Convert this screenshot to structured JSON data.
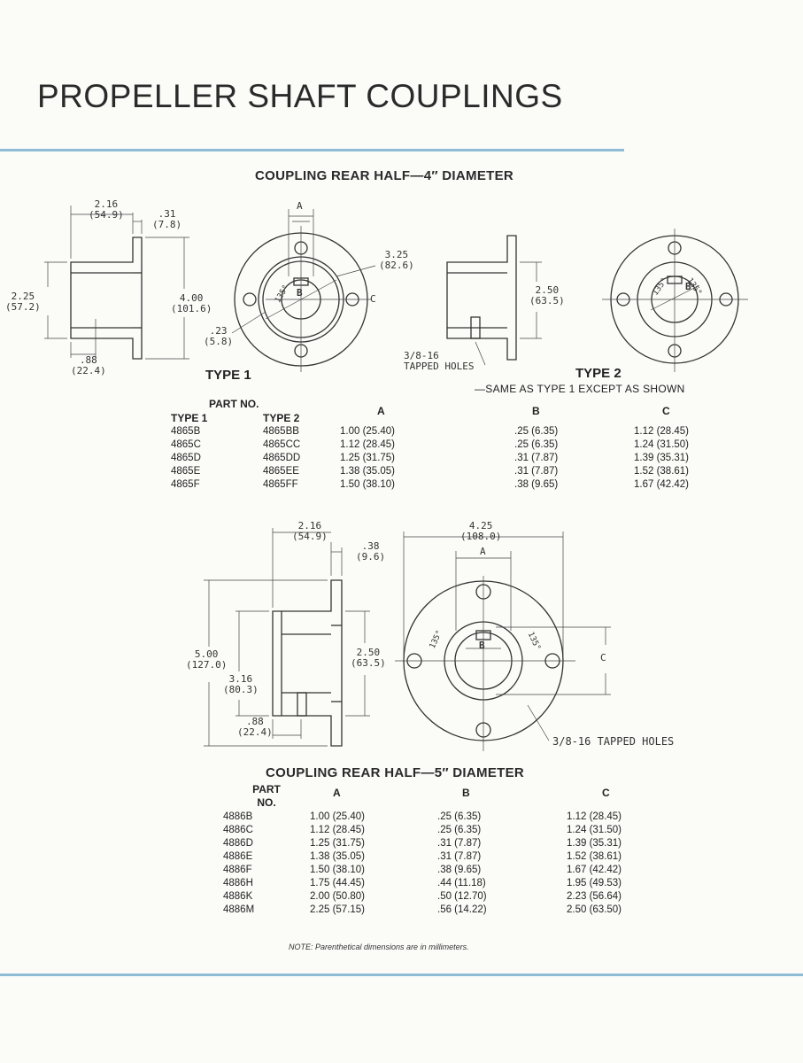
{
  "page_title": "PROPELLER SHAFT COUPLINGS",
  "section1": {
    "title": "COUPLING REAR HALF—4″ DIAMETER",
    "type1_label": "TYPE 1",
    "type2_label": "TYPE 2",
    "type2_note": "—SAME AS TYPE 1 EXCEPT AS SHOWN",
    "dims": {
      "d216": "2.16",
      "d549": "(54.9)",
      "d31": ".31",
      "d78": "(7.8)",
      "d225": "2.25",
      "d572": "(57.2)",
      "d400": "4.00",
      "d1016": "(101.6)",
      "d88": ".88",
      "d224": "(22.4)",
      "d23": ".23",
      "d58": "(5.8)",
      "d325": "3.25",
      "d826": "(82.6)",
      "d250": "2.50",
      "d635": "(63.5)",
      "tapped": "3/8-16",
      "tapped2": "TAPPED HOLES",
      "A": "A",
      "B": "B",
      "C": "C",
      "ang": "135°"
    },
    "table": {
      "partno": "PART NO.",
      "headers": [
        "TYPE 1",
        "TYPE 2",
        "A",
        "B",
        "C"
      ],
      "rows": [
        [
          "4865B",
          "4865BB",
          "1.00 (25.40)",
          ".25 (6.35)",
          "1.12 (28.45)"
        ],
        [
          "4865C",
          "4865CC",
          "1.12 (28.45)",
          ".25 (6.35)",
          "1.24 (31.50)"
        ],
        [
          "4865D",
          "4865DD",
          "1.25 (31.75)",
          ".31 (7.87)",
          "1.39 (35.31)"
        ],
        [
          "4865E",
          "4865EE",
          "1.38 (35.05)",
          ".31 (7.87)",
          "1.52 (38.61)"
        ],
        [
          "4865F",
          "4865FF",
          "1.50 (38.10)",
          ".38 (9.65)",
          "1.67 (42.42)"
        ]
      ]
    }
  },
  "section2": {
    "title": "COUPLING REAR HALF—5″ DIAMETER",
    "dims": {
      "d216": "2.16",
      "d549": "(54.9)",
      "d38": ".38",
      "d96": "(9.6)",
      "d500": "5.00",
      "d1270": "(127.0)",
      "d316": "3.16",
      "d803": "(80.3)",
      "d250": "2.50",
      "d635": "(63.5)",
      "d88": ".88",
      "d224": "(22.4)",
      "d425": "4.25",
      "d1080": "(108.0)",
      "A": "A",
      "B": "B",
      "C": "C",
      "ang": "135°",
      "tapped": "3/8-16 TAPPED HOLES"
    },
    "table": {
      "headers": [
        "PART",
        "NO.",
        "A",
        "B",
        "C"
      ],
      "rows": [
        [
          "4886B",
          "1.00 (25.40)",
          ".25 (6.35)",
          "1.12 (28.45)"
        ],
        [
          "4886C",
          "1.12 (28.45)",
          ".25 (6.35)",
          "1.24 (31.50)"
        ],
        [
          "4886D",
          "1.25 (31.75)",
          ".31 (7.87)",
          "1.39 (35.31)"
        ],
        [
          "4886E",
          "1.38 (35.05)",
          ".31 (7.87)",
          "1.52 (38.61)"
        ],
        [
          "4886F",
          "1.50 (38.10)",
          ".38 (9.65)",
          "1.67 (42.42)"
        ],
        [
          "4886H",
          "1.75 (44.45)",
          ".44 (11.18)",
          "1.95 (49.53)"
        ],
        [
          "4886K",
          "2.00 (50.80)",
          ".50 (12.70)",
          "2.23 (56.64)"
        ],
        [
          "4886M",
          "2.25 (57.15)",
          ".56 (14.22)",
          "2.50 (63.50)"
        ]
      ]
    }
  },
  "note": "NOTE: Parenthetical dimensions are in millimeters."
}
